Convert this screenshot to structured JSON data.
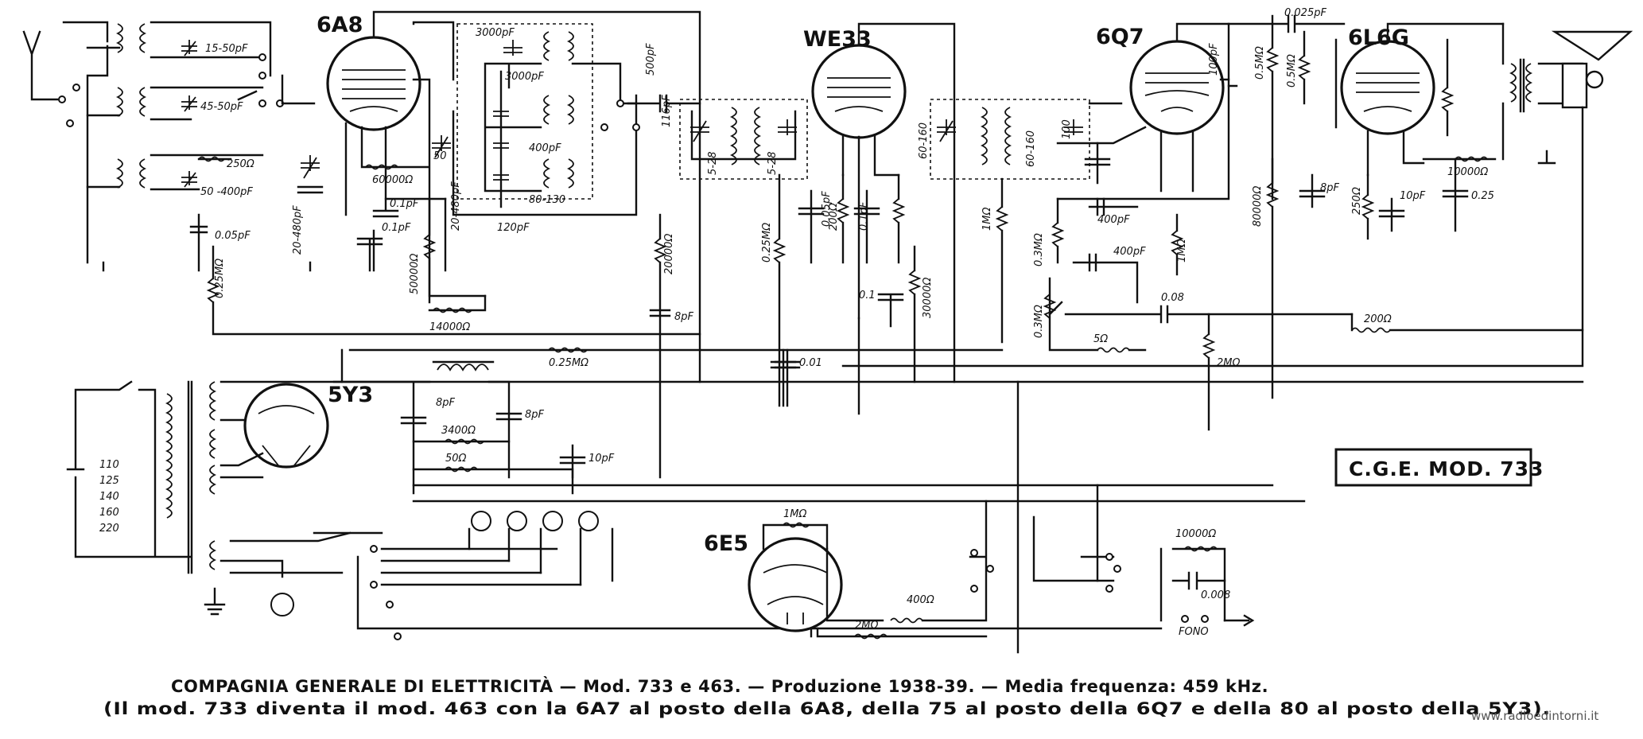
{
  "tubes": {
    "t1": "6A8",
    "t2": "WE33",
    "t3": "6Q7",
    "t4": "6L6G",
    "t5": "5Y3",
    "t6": "6E5"
  },
  "model_box": "C.G.E. MOD. 733",
  "labels": {
    "c_15_50": "15-50pF",
    "c_45_50": "45-50pF",
    "c_50_400": "50 -400pF",
    "c_005": "0.05pF",
    "r_250": "250Ω",
    "c_20_480a": "20-480pF",
    "c_20_480b": "20-480pF",
    "r_025ma": "0.25MΩ",
    "r_60000": "60000Ω",
    "c_01a": "0.1pF",
    "c_01b": "0.1pF",
    "r_50000": "50000Ω",
    "c_50": "50",
    "c_3000": "3000pF",
    "c_400": "400pF",
    "c_120": "120pF",
    "c_80_130": "80-130",
    "c_500": "500pF",
    "r_20000": "20000Ω",
    "c_8pf_a": "8pF",
    "r_14000": "14000Ω",
    "r_025ma_b": "0.25MΩ",
    "c_116": "116pF",
    "c_s2": "5-28",
    "r_025ma_c": "0.25MΩ",
    "c_005b": "0.05pF",
    "r_200": "200Ω",
    "c_01c": "0.1pF",
    "r_30000": "30000Ω",
    "c_01d": "0.1",
    "c_001": "0.01",
    "c_60_160": "60-160",
    "c_100a": "100",
    "r_1ma": "1MΩ",
    "r_03ma": "0.3MΩ",
    "c_400b": "400pF",
    "r_1m": "1MΩ",
    "r_03ma_b": "0.3MΩ",
    "r_5": "5Ω",
    "c_008": "0.08",
    "r_2ma": "2MΩ",
    "c_100b": "100pF",
    "r_05ma_a": "0.5MΩ",
    "r_05ma_b": "0.5MΩ",
    "r_80000": "80000Ω",
    "c_025": "0.025pF",
    "c_8pf_b": "8pF",
    "r_250b": "250Ω",
    "c_10pf": "10pF",
    "r_10000": "10000Ω",
    "c_025b": "0.25",
    "r_200b": "200Ω",
    "c_8pf_c": "8pF",
    "c_8pf_d": "8pF",
    "r_3400": "3400Ω",
    "r_50": "50Ω",
    "c_10pf_b": "10pF",
    "r_1m_b": "1MΩ",
    "r_400": "400Ω",
    "r_2m": "2MΩ",
    "r_10000b": "10000Ω",
    "c_008b": "0.008",
    "fono": "FONO",
    "v110": "110",
    "v125": "125",
    "v140": "140",
    "v160": "160",
    "v220": "220"
  },
  "caption": {
    "line1": "COMPAGNIA GENERALE DI ELETTRICITÀ — Mod. 733 e 463. — Produzione 1938-39. — Media frequenza: 459 kHz.",
    "line2": "(Il mod. 733 diventa il mod. 463 con la 6A7 al posto della 6A8, della 75 al posto della 6Q7 e della 80 al posto della 5Y3)."
  },
  "watermark": "www.radioedintorni.it"
}
